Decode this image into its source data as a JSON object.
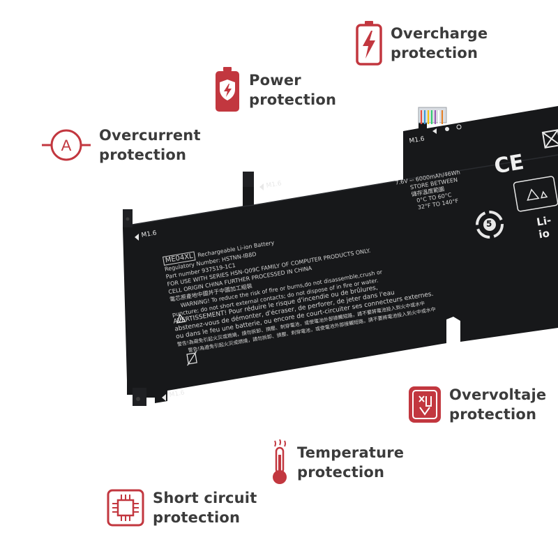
{
  "colors": {
    "accent": "#c2373f",
    "text": "#3b3b3b",
    "battery_body": "#17181a",
    "battery_text": "#d9d9d9"
  },
  "features": {
    "overcharge": {
      "line1": "Overcharge",
      "line2": "protection",
      "icon": "battery-bolt-icon"
    },
    "power": {
      "line1": "Power",
      "line2": "protection",
      "icon": "battery-shield-icon"
    },
    "overcurrent": {
      "line1": "Overcurrent",
      "line2": "protection",
      "icon": "ammeter-icon"
    },
    "overvoltage": {
      "line1": "Overvoltaje",
      "line2": "protection",
      "icon": "voltage-icon"
    },
    "temperature": {
      "line1": "Temperature",
      "line2": "protection",
      "icon": "thermometer-icon"
    },
    "shortcircuit": {
      "line1": "Short circuit",
      "line2": "protection",
      "icon": "chip-icon"
    }
  },
  "battery": {
    "mount_marks": [
      "M1.6",
      "M1.6",
      "M1.6",
      "M1.6"
    ],
    "model": "ME04XL",
    "product": "Rechargeable Li-ion Battery",
    "regulatory": "Regulatory Number: HSTNN-IB8D",
    "part_number": "Part number 937519-1C1",
    "family": "FOR USE WITH SERIES HSN-Q09C FAMILY OF COMPUTER PRODUCTS ONLY.",
    "origin": "CELL ORIGIN CHINA FURTHER PROCESSED IN CHINA",
    "origin_cn": "電芯原產地中國并于中國加工組裝",
    "warning": "WARNING! To reduce the risk of fire or burns,do not disassemble,crush or",
    "warning2": "puncture; do not short external contacts; do not dispose of in fire or water.",
    "avert": "AVERTISSEMENT! Pour réduire le risque d'incendie ou de brûlures,",
    "avert2": "abstenez-vous de démonter, d'écraser, de perforer, de jeter dans l'eau",
    "avert3": "ou dans le feu une batterie, ou encore de court-circuiter ses connecteurs externes.",
    "cn_warning1": "警告!為避免引起火災或燃燒，請勿拆卸、擠壓、刺穿電池，或使電池外部接觸短路，請不要將電池投入到火中或水中",
    "cn_warning2": "警告!為避免引起火災或燃燒，請勿拆卸、擠壓、刺穿電池，或使電池外部接觸短路，請不要將電池投入到火中或水中",
    "rating": "7.6V ⎓ 6000mAh/46Wh",
    "store": "STORE BETWEEN",
    "store_cn": "儲存溫度範圍",
    "temp_c": "0°C TO 60°C",
    "temp_f": "32°F TO 140°F",
    "ce": "CE",
    "li_ion": "Li-io",
    "recycle_number": "5"
  }
}
